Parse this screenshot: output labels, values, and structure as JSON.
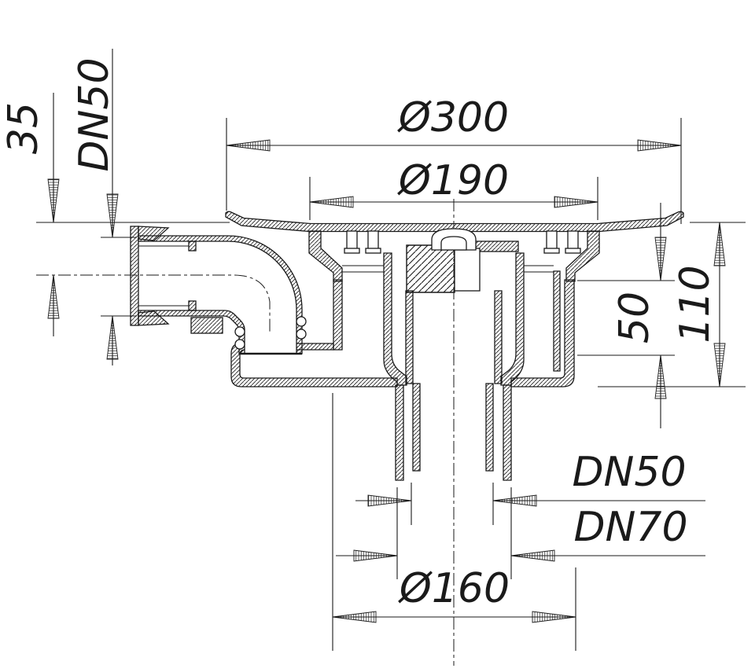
{
  "drawing": {
    "title": "Floor drain cross-section technical drawing",
    "type": "technical-cross-section",
    "background_color": "#ffffff",
    "line_color": "#1a1a1a",
    "dims": {
      "flange_diameter": {
        "label": "Ø300",
        "value": 300,
        "unit": "mm"
      },
      "rim_diameter": {
        "label": "Ø190",
        "value": 190,
        "unit": "mm"
      },
      "inlet_axis_offset": {
        "label": "35",
        "value": 35,
        "unit": "mm"
      },
      "inlet_nominal": {
        "label": "DN50"
      },
      "trap_seal_height": {
        "label": "50",
        "value": 50,
        "unit": "mm"
      },
      "installation_height": {
        "label": "110",
        "value": 110,
        "unit": "mm"
      },
      "outlet_inner_nominal": {
        "label": "DN50"
      },
      "outlet_outer_nominal": {
        "label": "DN70"
      },
      "lower_body_diameter": {
        "label": "Ø160",
        "value": 160,
        "unit": "mm"
      }
    }
  }
}
